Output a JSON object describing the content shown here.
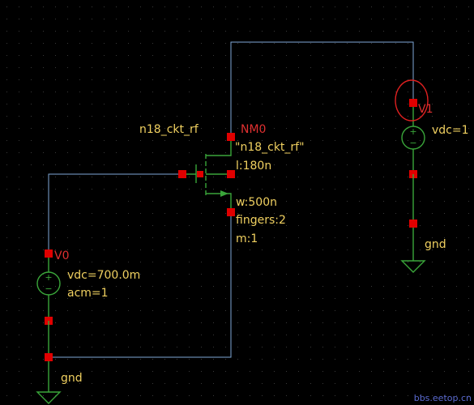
{
  "colors": {
    "background": "#000000",
    "grid_dot": "#3a3a3a",
    "wire": "#7fa8d8",
    "device": "#3aa63a",
    "pin": "#e00000",
    "label_red": "#e03030",
    "label_yellow": "#f0d060",
    "selection": "#e02020",
    "watermark": "#5a6ad0"
  },
  "nmos": {
    "model_label": "n18_ckt_rf",
    "instance_name": "NM0",
    "model_param": "\"n18_ckt_rf\"",
    "length_param": "l:180n",
    "width_param": "w:500n",
    "fingers_param": "fingers:2",
    "multiplier_param": "m:1"
  },
  "source_v0": {
    "instance_name": "V0",
    "dc_param": "vdc=700.0m",
    "ac_param": "acm=1",
    "plus_sign": "+",
    "minus_sign": "−"
  },
  "source_v1": {
    "instance_name": "V1",
    "dc_param": "vdc=1",
    "plus_sign": "+",
    "minus_sign": "−"
  },
  "ground_labels": {
    "gnd_v1": "gnd",
    "gnd_v0": "gnd"
  },
  "watermark": "bbs.eetop.cn"
}
